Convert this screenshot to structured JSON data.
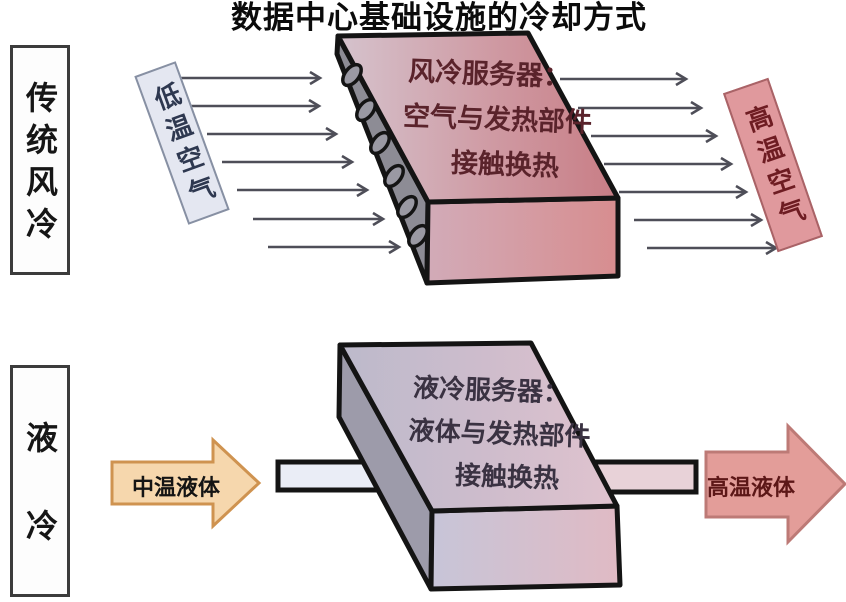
{
  "title": "数据中心基础设施的冷却方式",
  "air_cooling": {
    "section_label": "传统风冷",
    "inlet_label": "低温空气",
    "outlet_label": "高温空气",
    "server_text": [
      "风冷服务器：",
      "空气与发热部件",
      "接触换热"
    ],
    "inlet_arrow_count": 7,
    "outlet_arrow_count": 7,
    "vent_hole_count": 6
  },
  "liquid_cooling": {
    "section_label": "液冷",
    "inlet_label": "中温液体",
    "outlet_label": "高温液体",
    "server_text": [
      "液冷服务器：",
      "液体与发热部件",
      "接触换热"
    ]
  },
  "colors": {
    "air_server_top_light": "#d5c3cd",
    "air_server_top_dark": "#c87d85",
    "air_server_side": "#8d8c95",
    "liquid_server_top_light": "#bcbacb",
    "liquid_server_top_dark": "#e0c3ce",
    "liquid_server_side": "#9d9baa",
    "cold_air_badge": "#e4e7f1",
    "hot_air_badge": "#e0999d",
    "medium_liquid_arrow": "#f6d7ad",
    "hot_liquid_arrow": "#e39d99",
    "airflow_arrow": "#4e4e58",
    "outline": "#141414"
  }
}
